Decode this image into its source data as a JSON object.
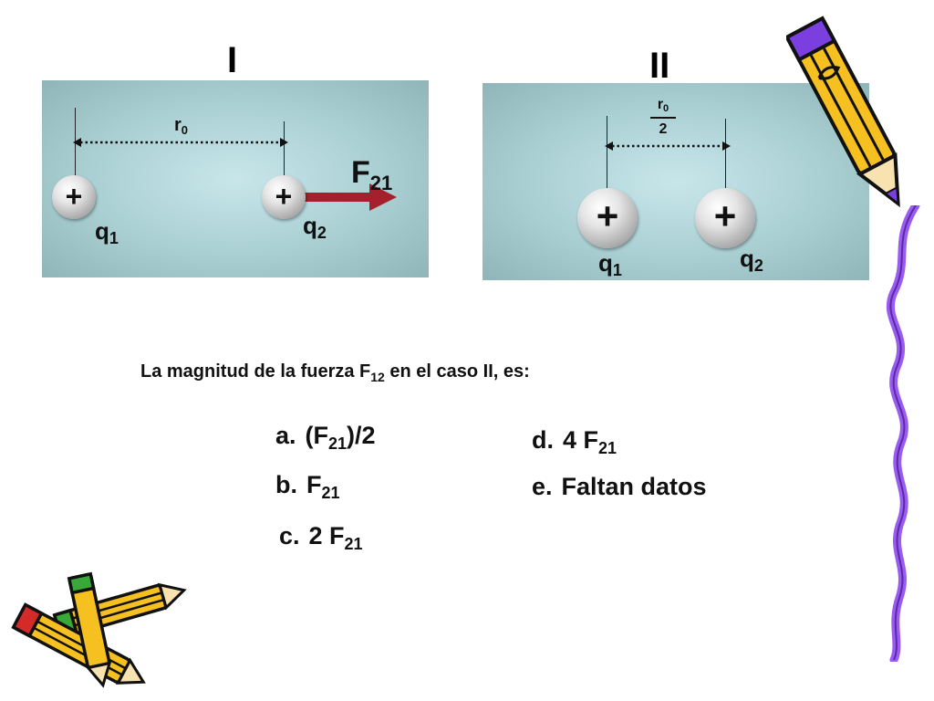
{
  "panel1": {
    "title": "I",
    "distance_label": "r",
    "distance_sub": "0",
    "force_label": "F",
    "force_sub": "21",
    "charge_sign": "+",
    "q1_label": "q",
    "q1_sub": "1",
    "q2_label": "q",
    "q2_sub": "2"
  },
  "panel2": {
    "title": "II",
    "distance_num": "r",
    "distance_num_sub": "0",
    "distance_den": "2",
    "charge_sign": "+",
    "q1_label": "q",
    "q1_sub": "1",
    "q2_label": "q",
    "q2_sub": "2"
  },
  "question": {
    "before": "La magnitud de la fuerza F",
    "sub": "12",
    "after": " en el caso II, es:"
  },
  "options": {
    "a": {
      "letter": "a.",
      "pre": "(F",
      "sub": "21",
      "post": ")/2"
    },
    "b": {
      "letter": "b.",
      "pre": "F",
      "sub": "21",
      "post": ""
    },
    "c": {
      "letter": "c.",
      "pre": "2 F",
      "sub": "21",
      "post": ""
    },
    "d": {
      "letter": "d.",
      "pre": "4 F",
      "sub": "21",
      "post": ""
    },
    "e": {
      "letter": "e.",
      "pre": "Faltan datos",
      "sub": "",
      "post": ""
    }
  },
  "colors": {
    "force_arrow": "#a3202c",
    "pencil_yellow": "#f5c020",
    "pencil_purple": "#7b3fe0",
    "squiggle": "#9a5cf0"
  },
  "icons": [
    "pencil-icon",
    "crossed-pencils-icon",
    "squiggle-line"
  ]
}
